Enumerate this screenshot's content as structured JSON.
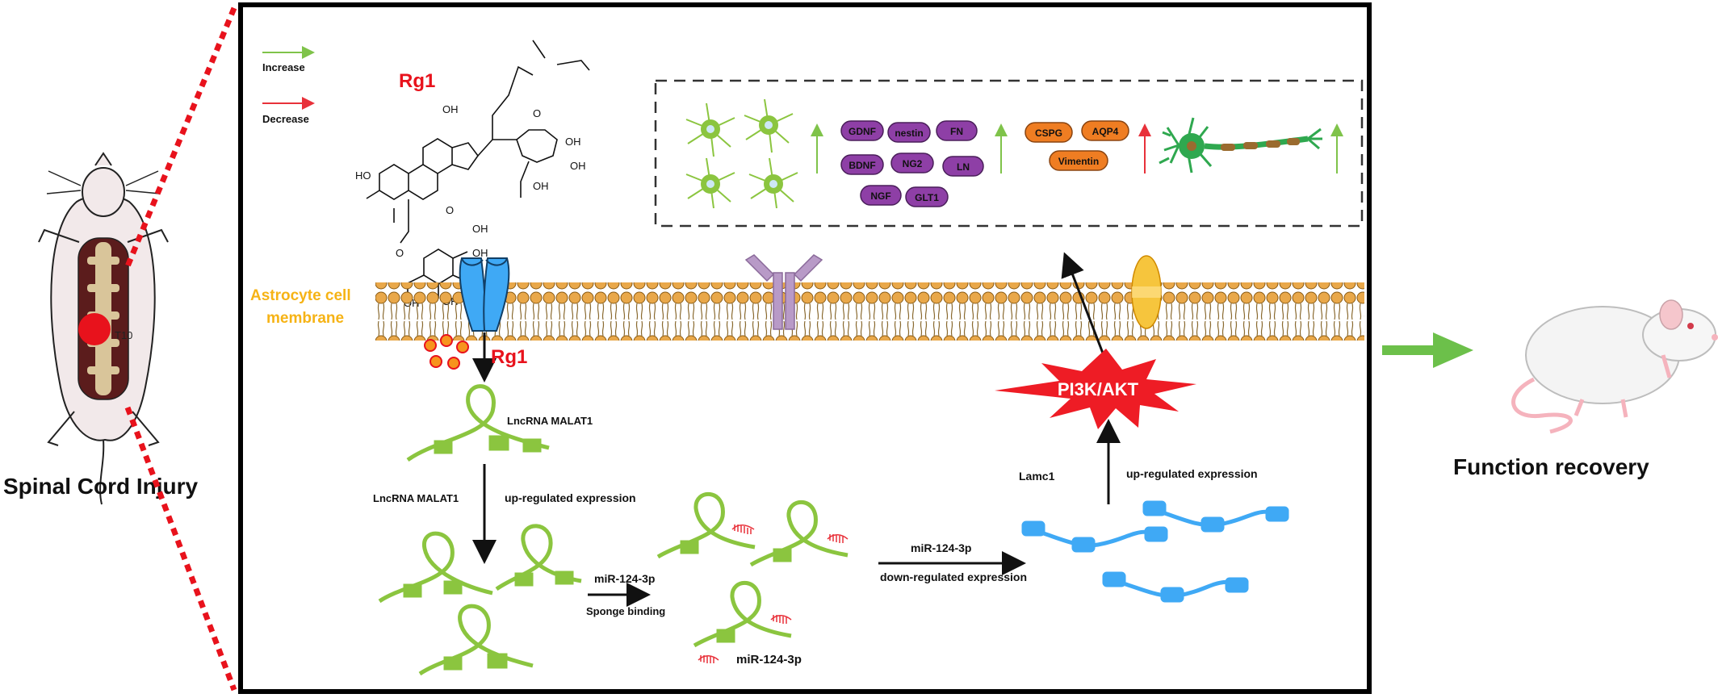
{
  "colors": {
    "increase_arrow": "#7fc34a",
    "decrease_arrow": "#e8313a",
    "lncrna_green": "#8bc53f",
    "lamc1_blue": "#3fa9f5",
    "pi3k_red": "#ee1c25",
    "membrane_orange": "#e9a84a",
    "astrocyte_label": "#f6b315",
    "protein_purple": "#8e3fa6",
    "protein_orange": "#ef7d22",
    "dashed_border": "#333333",
    "injury_red": "#e8121c"
  },
  "legend": {
    "increase": "Increase",
    "decrease": "Decrease"
  },
  "compound": {
    "name_top": "Rg1",
    "name_bottom": "Rg1"
  },
  "membrane": {
    "label_line1": "Astrocyte cell",
    "label_line2": "membrane"
  },
  "left_panel": {
    "caption": "Spinal Cord Injury",
    "level": "T10"
  },
  "right_panel": {
    "caption": "Function recovery"
  },
  "markers": {
    "purple": [
      "GDNF",
      "nestin",
      "FN",
      "BDNF",
      "NG2",
      "LN",
      "NGF",
      "GLT1"
    ],
    "orange": [
      "CSPG",
      "AQP4",
      "Vimentin"
    ]
  },
  "pathway": {
    "lnc_label_top": "LncRNA MALAT1",
    "lnc_label_mid": "LncRNA MALAT1",
    "lnc_upregulated": "up-regulated expression",
    "mir_label": "miR-124-3p",
    "sponge": "Sponge binding",
    "mir_label2": "miR-124-3p",
    "mir_downregulated": "down-regulated expression",
    "lamc1": "Lamc1",
    "lamc1_upregulated": "up-regulated expression",
    "pi3k": "PI3K/AKT",
    "mir_legend": "miR-124-3p"
  }
}
